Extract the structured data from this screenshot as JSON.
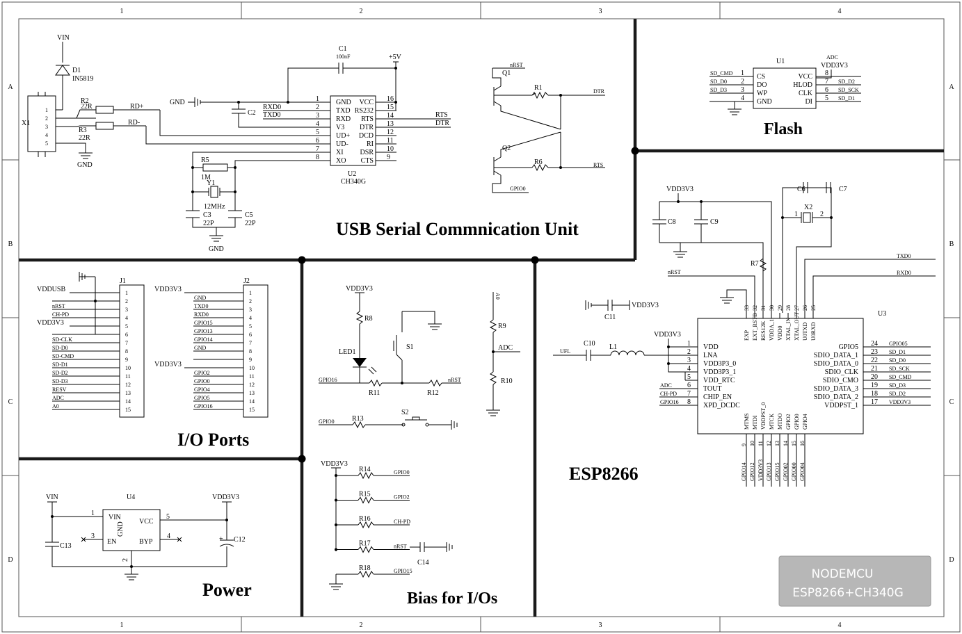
{
  "grid": {
    "columns": [
      "1",
      "2",
      "3",
      "4"
    ],
    "rows": [
      "A",
      "B",
      "C",
      "D"
    ]
  },
  "sections": {
    "usb": "USB Serial Commnication Unit",
    "flash": "Flash",
    "io": "I/O Ports",
    "bias": "Bias for I/Os",
    "esp": "ESP8266",
    "power": "Power"
  },
  "logo": {
    "line1": "NODEMCU",
    "line2": "ESP8266+CH340G"
  },
  "usb": {
    "vin": "VIN",
    "d1": "D1",
    "d1_part": "IN5819",
    "x1": "X1",
    "x1_pins": [
      "1",
      "2",
      "3",
      "4",
      "5"
    ],
    "r2": "R2",
    "r2_val": "22R",
    "r3": "R3",
    "r3_val": "22R",
    "rdp": "RD+",
    "rdm": "RD-",
    "gnd": "GND",
    "gnd_in": "GND",
    "c1": "C1",
    "c1_val": "100nF",
    "v5": "+5V",
    "c2": "C2",
    "rxd0": "RXD0",
    "txd0": "TXD0",
    "u2": "U2",
    "u2_part": "CH340G",
    "u2_left": [
      "GND",
      "TXD",
      "RXD",
      "V3",
      "UD+",
      "UD-",
      "XI",
      "XO"
    ],
    "u2_left_nums": [
      "1",
      "2",
      "3",
      "4",
      "5",
      "6",
      "7",
      "8"
    ],
    "u2_right": [
      "VCC",
      "RS232",
      "RTS",
      "DTR",
      "DCD",
      "RI",
      "DSR",
      "CTS"
    ],
    "u2_right_nums": [
      "16",
      "15",
      "14",
      "13",
      "12",
      "11",
      "10",
      "9"
    ],
    "rts": "RTS",
    "dtr": "DTR",
    "r5": "R5",
    "r5_val": "1M",
    "y1": "Y1",
    "y1_val": "12MHz",
    "c3": "C3",
    "c3_val": "22P",
    "c5": "C5",
    "c5_val": "22P",
    "gnd_bot": "GND",
    "nrst": "nRST",
    "q1": "Q1",
    "r1": "R1",
    "dtr_out": "DTR",
    "q2": "Q2",
    "r6": "R6",
    "rts_out": "RTS",
    "gpio0": "GPIO0"
  },
  "flash": {
    "u1": "U1",
    "adc": "ADC",
    "vdd": "VDD3V3",
    "left_nets": [
      "SD_CMD",
      "SD_D0",
      "SD_D3",
      ""
    ],
    "left_nums": [
      "1",
      "2",
      "3",
      "4"
    ],
    "left_pins": [
      "CS",
      "DO",
      "WP",
      "GND"
    ],
    "right_pins": [
      "VCC",
      "HLOD",
      "CLK",
      "DI"
    ],
    "right_nums": [
      "8",
      "7",
      "6",
      "5"
    ],
    "right_nets": [
      "",
      "SD_D2",
      "SD_SCK",
      "SD_D1"
    ]
  },
  "io": {
    "j1": "J1",
    "j2": "J2",
    "j1_nets": [
      "VDDUSB",
      "",
      "nRST",
      "CH-PD",
      "VDD3V3",
      "",
      "SD-CLK",
      "SD-D0",
      "SD-CMD",
      "SD-D1",
      "SD-D2",
      "SD-D3",
      "RESV",
      "ADC",
      "A0"
    ],
    "j2_nets": [
      "VDD3V3",
      "GND",
      "TXD0",
      "RXD0",
      "GPIO15",
      "GPIO13",
      "GPIO14",
      "GND",
      "",
      "VDD3V3",
      "GPIO2",
      "GPIO0",
      "GPIO4",
      "GPIO5",
      "GPIO16"
    ],
    "pins": [
      "1",
      "2",
      "3",
      "4",
      "5",
      "6",
      "7",
      "8",
      "9",
      "10",
      "11",
      "12",
      "13",
      "14",
      "15"
    ]
  },
  "bias": {
    "vdd": "VDD3V3",
    "r8": "R8",
    "led1": "LED1",
    "s1": "S1",
    "gpio16": "GPIO16",
    "r11": "R11",
    "r12": "R12",
    "nrst": "nRST",
    "a0": "A0",
    "r9": "R9",
    "adc": "ADC",
    "r10": "R10",
    "gpio0": "GPIO0",
    "r13": "R13",
    "s2": "S2",
    "vdd2": "VDD3V3",
    "rows": [
      {
        "r": "R14",
        "net": "GPIO0"
      },
      {
        "r": "R15",
        "net": "GPIO2"
      },
      {
        "r": "R16",
        "net": "CH-PD"
      },
      {
        "r": "R17",
        "net": "nRST"
      },
      {
        "r": "R18",
        "net": "GPIO15"
      }
    ],
    "c14": "C14"
  },
  "esp": {
    "vdd": "VDD3V3",
    "c6": "C6",
    "c7": "C7",
    "c8": "C8",
    "c9": "C9",
    "x2": "X2",
    "x2_p1": "1",
    "x2_p2": "2",
    "txd0": "TXD0",
    "rxd0": "RXD0",
    "nrst": "nRST",
    "r7": "R7",
    "c11": "C11",
    "c11_vdd": "VDD3V3",
    "ufl": "UFL",
    "c10": "C10",
    "l1": "L1",
    "vdd_l": "VDD3V3",
    "u3": "U3",
    "top_pins": [
      "EXP",
      "EXT_RSTB",
      "RES12K",
      "VDDA_1",
      "VDD0",
      "XTAL_IN",
      "XTAL_OUT",
      "U0TXD",
      "U0RXD"
    ],
    "top_nums": [
      "33",
      "32",
      "31",
      "30",
      "29",
      "28",
      "27",
      "26",
      "25"
    ],
    "left_pins": [
      "VDD",
      "LNA",
      "VDD3P3_0",
      "VDD3P3_1",
      "VDD_RTC",
      "TOUT",
      "CHIP_EN",
      "XPD_DCDC"
    ],
    "left_nums": [
      "1",
      "2",
      "3",
      "4",
      "5",
      "6",
      "7",
      "8"
    ],
    "left_nets": [
      "",
      "",
      "",
      "",
      "",
      "ADC",
      "CH-PD",
      "GPIO16"
    ],
    "right_pins": [
      "GPIO5",
      "SDIO_DATA_1",
      "SDIO_DATA_0",
      "SDIO_CLK",
      "SDIO_CMO",
      "SDIO_DATA_3",
      "SDIO_DATA_2",
      "VDDPST_1"
    ],
    "right_nums": [
      "24",
      "23",
      "22",
      "21",
      "20",
      "19",
      "18",
      "17"
    ],
    "right_nets": [
      "GPIO05",
      "SD_D1",
      "SD_D0",
      "SD_SCK",
      "SD_CMD",
      "SD_D3",
      "SD_D2",
      "VDD3V3"
    ],
    "bottom_pins": [
      "MTMS",
      "MTDI",
      "VDDPST_0",
      "MTCK",
      "MTDO",
      "GPIO2",
      "GPIO0",
      "GPIO4"
    ],
    "bottom_nums": [
      "9",
      "10",
      "11",
      "12",
      "13",
      "14",
      "15",
      "16"
    ],
    "bottom_nets": [
      "GPIO14",
      "GPIO12",
      "VDD3V3",
      "GPIO13",
      "GPIO15",
      "GPIO02",
      "GPIO00",
      "GPIO04"
    ]
  },
  "power": {
    "vin": "VIN",
    "u4": "U4",
    "vdd": "VDD3V3",
    "p1": "1",
    "p5": "5",
    "p3": "3",
    "p4": "4",
    "p2": "2",
    "vin_pin": "VIN",
    "vcc_pin": "VCC",
    "en_pin": "EN",
    "byp_pin": "BYP",
    "gnd_pin": "GND",
    "c13": "C13",
    "c12": "C12"
  }
}
